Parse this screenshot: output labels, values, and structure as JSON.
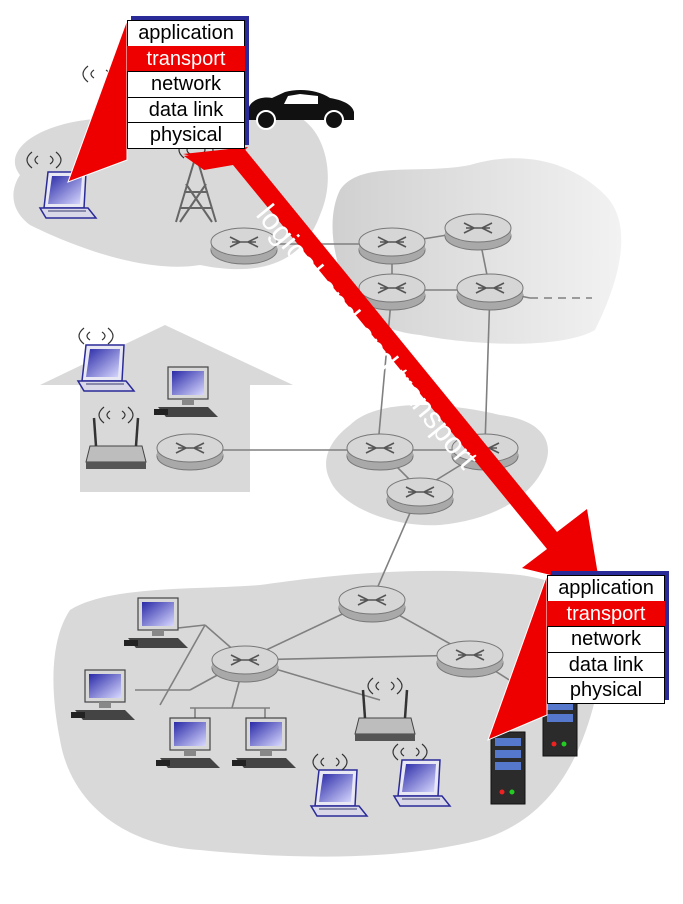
{
  "diagram": {
    "arrow_label": "logical end-end transport",
    "source_stack": {
      "layers": [
        "application",
        "transport",
        "network",
        "data link",
        "physical"
      ],
      "highlighted": "transport"
    },
    "dest_stack": {
      "layers": [
        "application",
        "transport",
        "network",
        "data link",
        "physical"
      ],
      "highlighted": "transport"
    },
    "colors": {
      "arrow": "#ee0000",
      "stack_shadow": "#2a2a99",
      "network_cloud": "#d9d9d9",
      "router": "#cfcfcf",
      "device_screen": "#3d3dbb"
    },
    "icons": [
      "laptop-icon",
      "desktop-icon",
      "router-icon",
      "wireless-access-point-icon",
      "cell-tower-icon",
      "car-icon",
      "server-icon",
      "house-icon"
    ]
  }
}
